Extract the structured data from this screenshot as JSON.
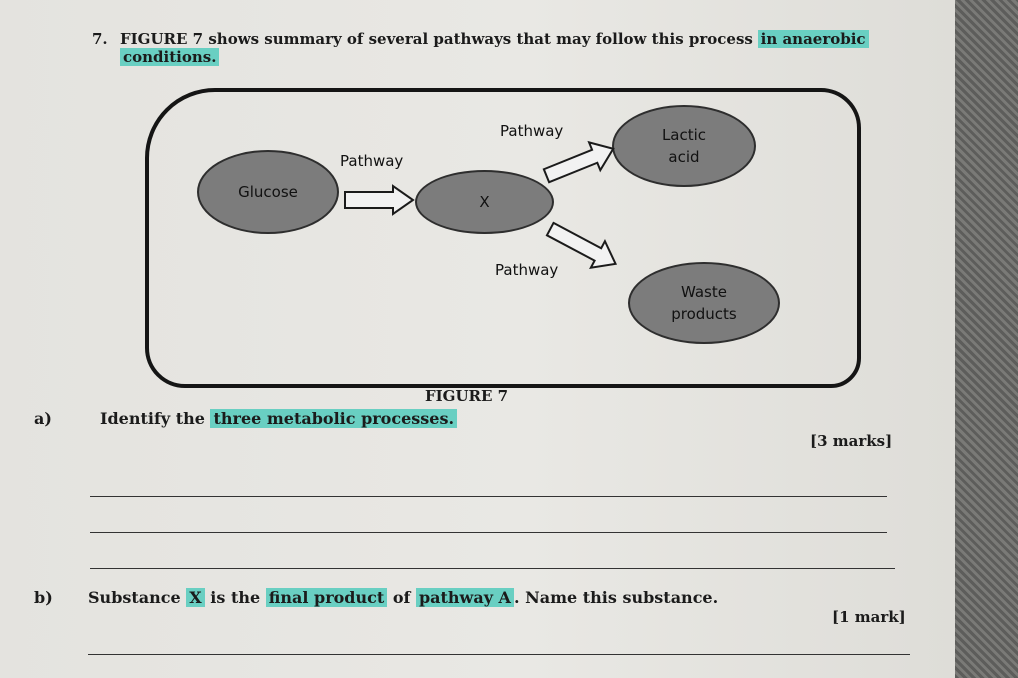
{
  "question": {
    "number": "7.",
    "intro_pre": "FIGURE 7 shows summary of several pathways that may follow this process",
    "intro_hl": "in anaerobic",
    "intro_line2": "conditions."
  },
  "diagram": {
    "glucose": "Glucose",
    "x": "X",
    "lactic_line1": "Lactic",
    "lactic_line2": "acid",
    "waste_line1": "Waste",
    "waste_line2": "products",
    "pathway_left": "Pathway",
    "pathway_top": "Pathway",
    "pathway_bottom": "Pathway",
    "caption": "FIGURE 7"
  },
  "part_a": {
    "letter": "a)",
    "text_pre": "Identify the",
    "text_hl": "three metabolic processes.",
    "marks": "[3 marks]"
  },
  "part_b": {
    "letter": "b)",
    "text_1": "Substance",
    "hl_1": "X",
    "text_2": "is the",
    "hl_2": "final product",
    "text_3": "of",
    "hl_3": "pathway A",
    "text_4": ". Name this substance.",
    "marks": "[1 mark]"
  },
  "colors": {
    "highlight": "#69cfc2",
    "oval_fill": "#7c7c7c"
  }
}
